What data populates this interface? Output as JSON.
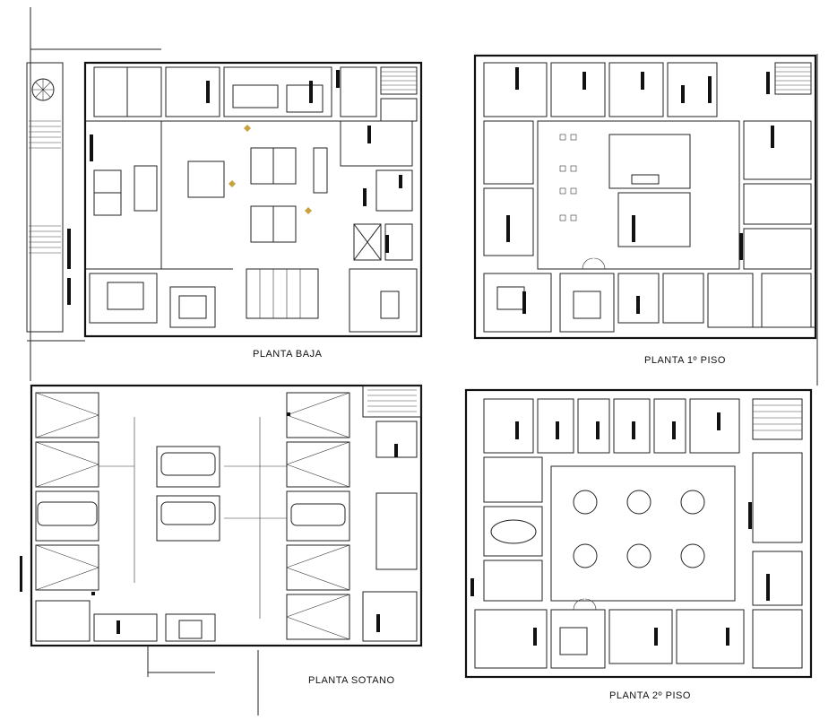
{
  "plans": {
    "baja": {
      "label": "PLANTA BAJA"
    },
    "piso1": {
      "label": "PLANTA 1º PISO"
    },
    "sotano": {
      "label": "PLANTA SOTANO"
    },
    "piso2": {
      "label": "PLANTA 2º PISO"
    }
  },
  "colors": {
    "line": "#111111",
    "accent": "#c8a23c",
    "background": "#ffffff"
  }
}
